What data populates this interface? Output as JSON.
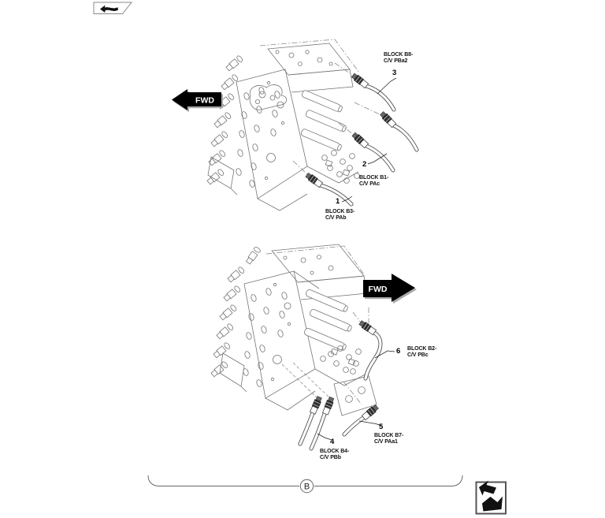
{
  "page": {
    "background": "#ffffff"
  },
  "nav": {
    "top_left_icon": "page-forward",
    "bottom_right_icon": "page-return"
  },
  "direction_arrows": {
    "upper": {
      "label": "FWD",
      "direction": "left"
    },
    "lower": {
      "label": "FWD",
      "direction": "right"
    }
  },
  "callouts": [
    {
      "num": "1",
      "block": "BLOCK B3-",
      "cv": "C/V PAb"
    },
    {
      "num": "2",
      "block": "BLOCK B1-",
      "cv": "C/V PAc"
    },
    {
      "num": "3",
      "block": "BLOCK B8-",
      "cv": "C/V PBa2"
    },
    {
      "num": "4",
      "block": "BLOCK B4-",
      "cv": "C/V PBb"
    },
    {
      "num": "5",
      "block": "BLOCK B7-",
      "cv": "C/V PAa1"
    },
    {
      "num": "6",
      "block": "BLOCK B2-",
      "cv": "C/V PBc"
    }
  ],
  "section_marker": {
    "label": "B"
  },
  "colors": {
    "line": "#757575",
    "label": "#1a1a1a",
    "arrow": "#000000"
  }
}
